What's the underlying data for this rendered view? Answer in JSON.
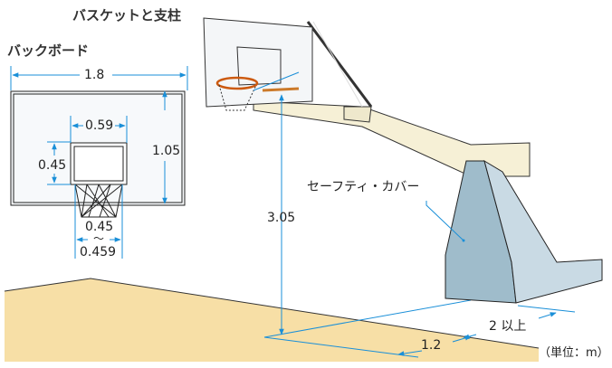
{
  "titles": {
    "hoop_and_support": "バスケットと支柱",
    "backboard": "バックボード"
  },
  "backboard_dims": {
    "width": "1.8",
    "height": "1.05",
    "inner_width": "0.59",
    "inner_height": "0.45",
    "rim_min": "0.45",
    "rim_tilde": "〜",
    "rim_max": "0.459"
  },
  "support_dims": {
    "rim_height": "3.05",
    "safety_cover": "セーフティ・カバー",
    "front_clearance": "1.2",
    "side_clearance": "2 以上"
  },
  "unit_note": "（単位：m）",
  "colors": {
    "dimension": "#1a8fd8",
    "floor": "#f7dfa6",
    "cover": "#a9c3d2",
    "arm": "#f6f0d6"
  }
}
